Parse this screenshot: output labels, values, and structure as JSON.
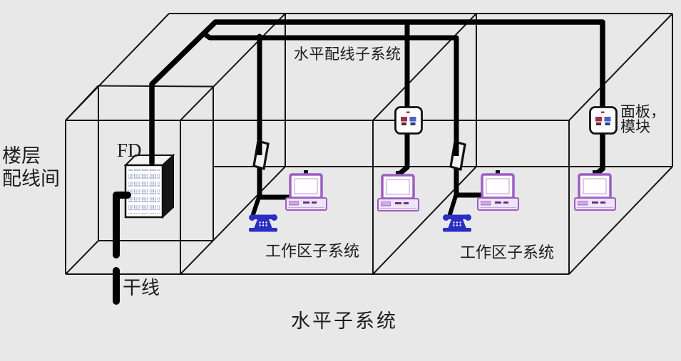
{
  "page": {
    "background": "#e8e8e8"
  },
  "diagram": {
    "labels": {
      "floor_closet": [
        "楼层",
        "配线间"
      ],
      "fd": "FD",
      "trunk": "干线",
      "horizontal_cabling": "水平配线子系统",
      "work_area_left": "工作区子系统",
      "work_area_right": "工作区子系统",
      "panel_module": [
        "面板，",
        "模块"
      ],
      "horizontal_subsystem": "水平子系统"
    },
    "colors": {
      "background": "#e8e8e8",
      "wireframe_line": "#151515",
      "cable": "#000000",
      "phone": "#2a2ec4",
      "computer_outline": "#9b5fc0",
      "computer_body": "#efe4f8",
      "computer_screen": "#ffffff",
      "rack_face": "#ffffff",
      "rack_side": "#161616",
      "rack_rows": "#98a2cc",
      "plate_face": "#fdfdfd",
      "jack_left": "#9c3247",
      "jack_right": "#4a62c8",
      "jack_led": "#cc2233"
    }
  }
}
